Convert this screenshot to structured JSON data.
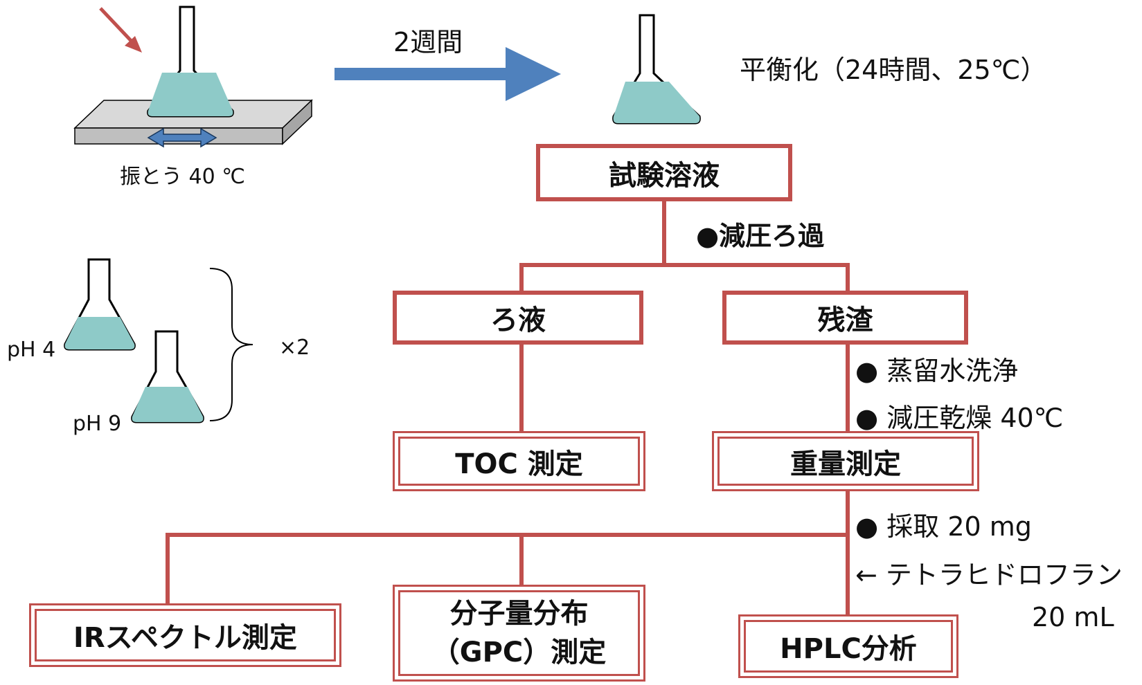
{
  "step1": {
    "shake_label": "振とう 40 ℃",
    "duration_label": "2週間",
    "equilibrate_label": "平衡化（24時間、25℃）"
  },
  "samples": {
    "ph4_label": "pH 4",
    "ph9_label": "pH 9",
    "repeat_label": "×2"
  },
  "boxes": {
    "test_solution": "試験溶液",
    "filtrate": "ろ液",
    "residue": "残渣",
    "toc": "TOC 測定",
    "weight": "重量測定",
    "ir": "IRスペクトル測定",
    "mw_line1": "分子量分布",
    "mw_line2": "（GPC）測定",
    "hplc": "HPLC分析"
  },
  "steps": {
    "filtration": "●減圧ろ過",
    "wash": "● 蒸留水洗浄",
    "dry": "● 減圧乾燥 40℃",
    "sample": "● 採取 20 mg",
    "solvent": "← テトラヒドロフラン",
    "volume": "20 mL"
  },
  "colors": {
    "connector": "#c0504d",
    "liquid": "#8ecac8",
    "arrow": "#4f81bd",
    "plate": "#c8c8c8",
    "pointer_arrow": "#c0504d"
  }
}
